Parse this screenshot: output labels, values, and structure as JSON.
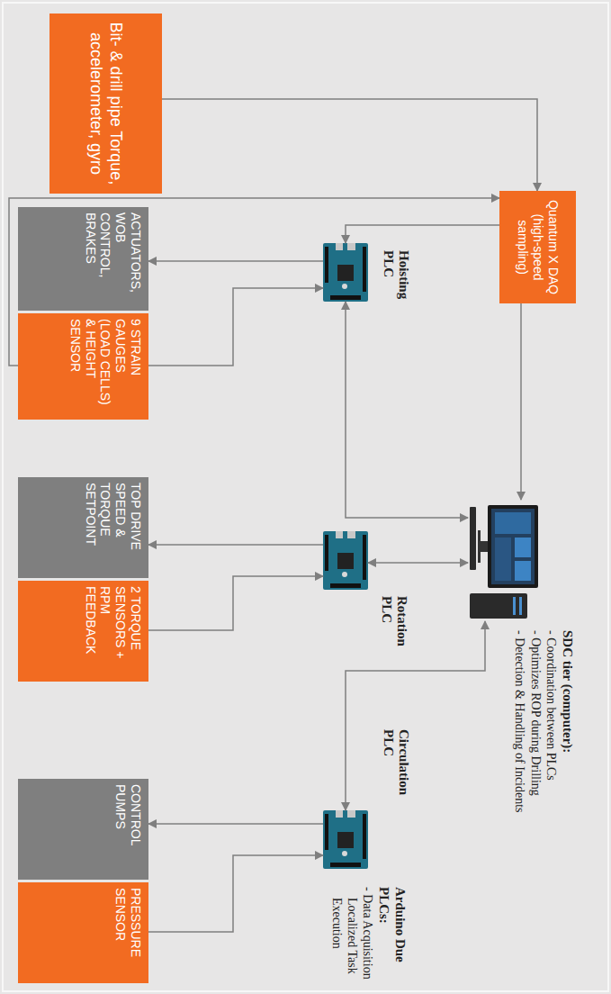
{
  "diagram": {
    "nodes": [
      {
        "text": [
          "Bit- & drill pipe Torque, accelerometer, gyro"
        ]
      },
      {
        "text": [
          "Quantum X DAQ (high-speed sampling)"
        ]
      },
      {
        "text": [
          "SDC tier (computer):",
          "- Coordination between PLCs",
          "- Optimizes ROP during Drilling",
          "- Detection & Handling of Incidents"
        ]
      },
      {
        "text": [
          "Hoisting PLC"
        ]
      },
      {
        "text": [
          "Rotation PLC"
        ]
      },
      {
        "text": [
          "Circulation PLC"
        ]
      },
      {
        "text": [
          "ACTUATORS, WOB CONTROL, BRAKES"
        ]
      },
      {
        "text": [
          "9 STRAIN GAUGES (LOAD CELLS) & HEIGHT SENSOR"
        ]
      },
      {
        "text": [
          "TOP DRIVE SPEED & TORQUE SETPOINT"
        ]
      },
      {
        "text": [
          "2 TORQUE SENSORS + RPM FEEDBACK"
        ]
      },
      {
        "text": [
          "CONTROL PUMPS"
        ]
      },
      {
        "text": [
          "PRESSURE SENSOR"
        ]
      }
    ],
    "edges": [
      {
        "from": 0,
        "to": 1,
        "arrow": "to"
      },
      {
        "from": 7,
        "to": 1,
        "arrow": "to"
      },
      {
        "from": 1,
        "to": 2,
        "arrow": "to"
      },
      {
        "from": 1,
        "to": 3,
        "arrow": "to"
      },
      {
        "from": 3,
        "to": 2,
        "arrow": "both"
      },
      {
        "from": 4,
        "to": 2,
        "arrow": "both"
      },
      {
        "from": 5,
        "to": 2,
        "arrow": "both"
      },
      {
        "from": 3,
        "to": 6,
        "arrow": "to"
      },
      {
        "from": 7,
        "to": 3,
        "arrow": "to"
      },
      {
        "from": 4,
        "to": 8,
        "arrow": "to"
      },
      {
        "from": 9,
        "to": 4,
        "arrow": "to"
      },
      {
        "from": 5,
        "to": 10,
        "arrow": "to"
      },
      {
        "from": 11,
        "to": 5,
        "arrow": "to"
      }
    ],
    "labels": [
      "Arduino Due PLCs:",
      "- Data Acquisition Localized Task Execution"
    ]
  }
}
